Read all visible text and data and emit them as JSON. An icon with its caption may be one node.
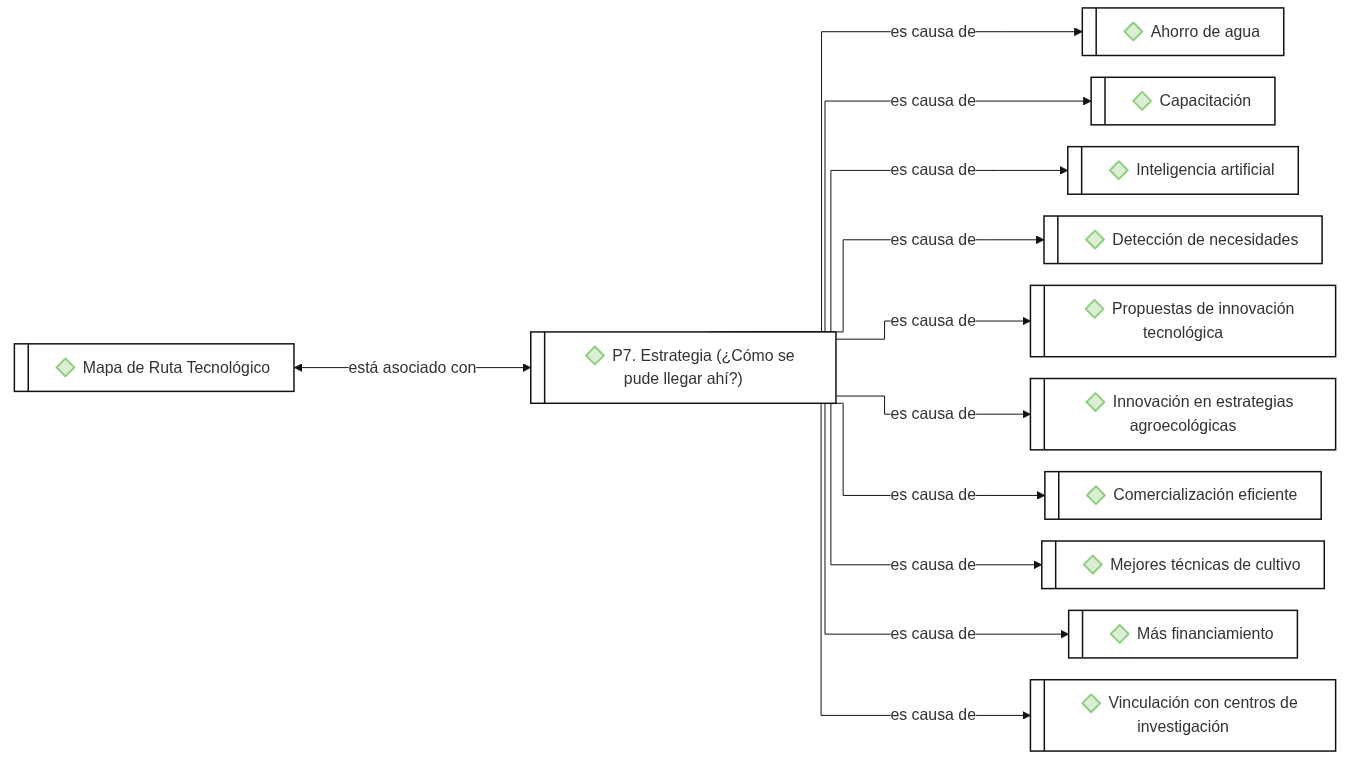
{
  "diagram": {
    "nodes": [
      {
        "text": [
          "Ahorro de agua"
        ]
      },
      {
        "text": [
          "Capacitación"
        ]
      },
      {
        "text": [
          "Inteligencia artificial"
        ]
      },
      {
        "text": [
          "Detección de necesidades"
        ]
      },
      {
        "text": [
          "Propuestas de innovación tecnológica"
        ]
      },
      {
        "text": [
          "Innovación en estrategias agroecológicas"
        ]
      },
      {
        "text": [
          "Mapa de Ruta Tecnológico"
        ]
      },
      {
        "text": [
          "P7. Estrategia (¿Cómo se pude llegar ahí?)"
        ]
      },
      {
        "text": [
          "Comercialización eficiente"
        ]
      },
      {
        "text": [
          "Mejores técnicas de cultivo"
        ]
      },
      {
        "text": [
          "Más financiamiento"
        ]
      },
      {
        "text": [
          "Vinculación con centros de investigación"
        ]
      }
    ],
    "edges": [
      {
        "from": 6,
        "to": 7,
        "label": "está asociado con",
        "arrow": "both"
      },
      {
        "from": 7,
        "to": 0,
        "label": "es causa de",
        "arrow": "to"
      },
      {
        "from": 7,
        "to": 1,
        "label": "es causa de",
        "arrow": "to"
      },
      {
        "from": 7,
        "to": 2,
        "label": "es causa de",
        "arrow": "to"
      },
      {
        "from": 7,
        "to": 3,
        "label": "es causa de",
        "arrow": "to"
      },
      {
        "from": 7,
        "to": 4,
        "label": "es causa de",
        "arrow": "to"
      },
      {
        "from": 7,
        "to": 5,
        "label": "es causa de",
        "arrow": "to"
      },
      {
        "from": 7,
        "to": 8,
        "label": "es causa de",
        "arrow": "to"
      },
      {
        "from": 7,
        "to": 9,
        "label": "es causa de",
        "arrow": "to"
      },
      {
        "from": 7,
        "to": 10,
        "label": "es causa de",
        "arrow": "to"
      },
      {
        "from": 7,
        "to": 11,
        "label": "es causa de",
        "arrow": "to"
      }
    ]
  }
}
